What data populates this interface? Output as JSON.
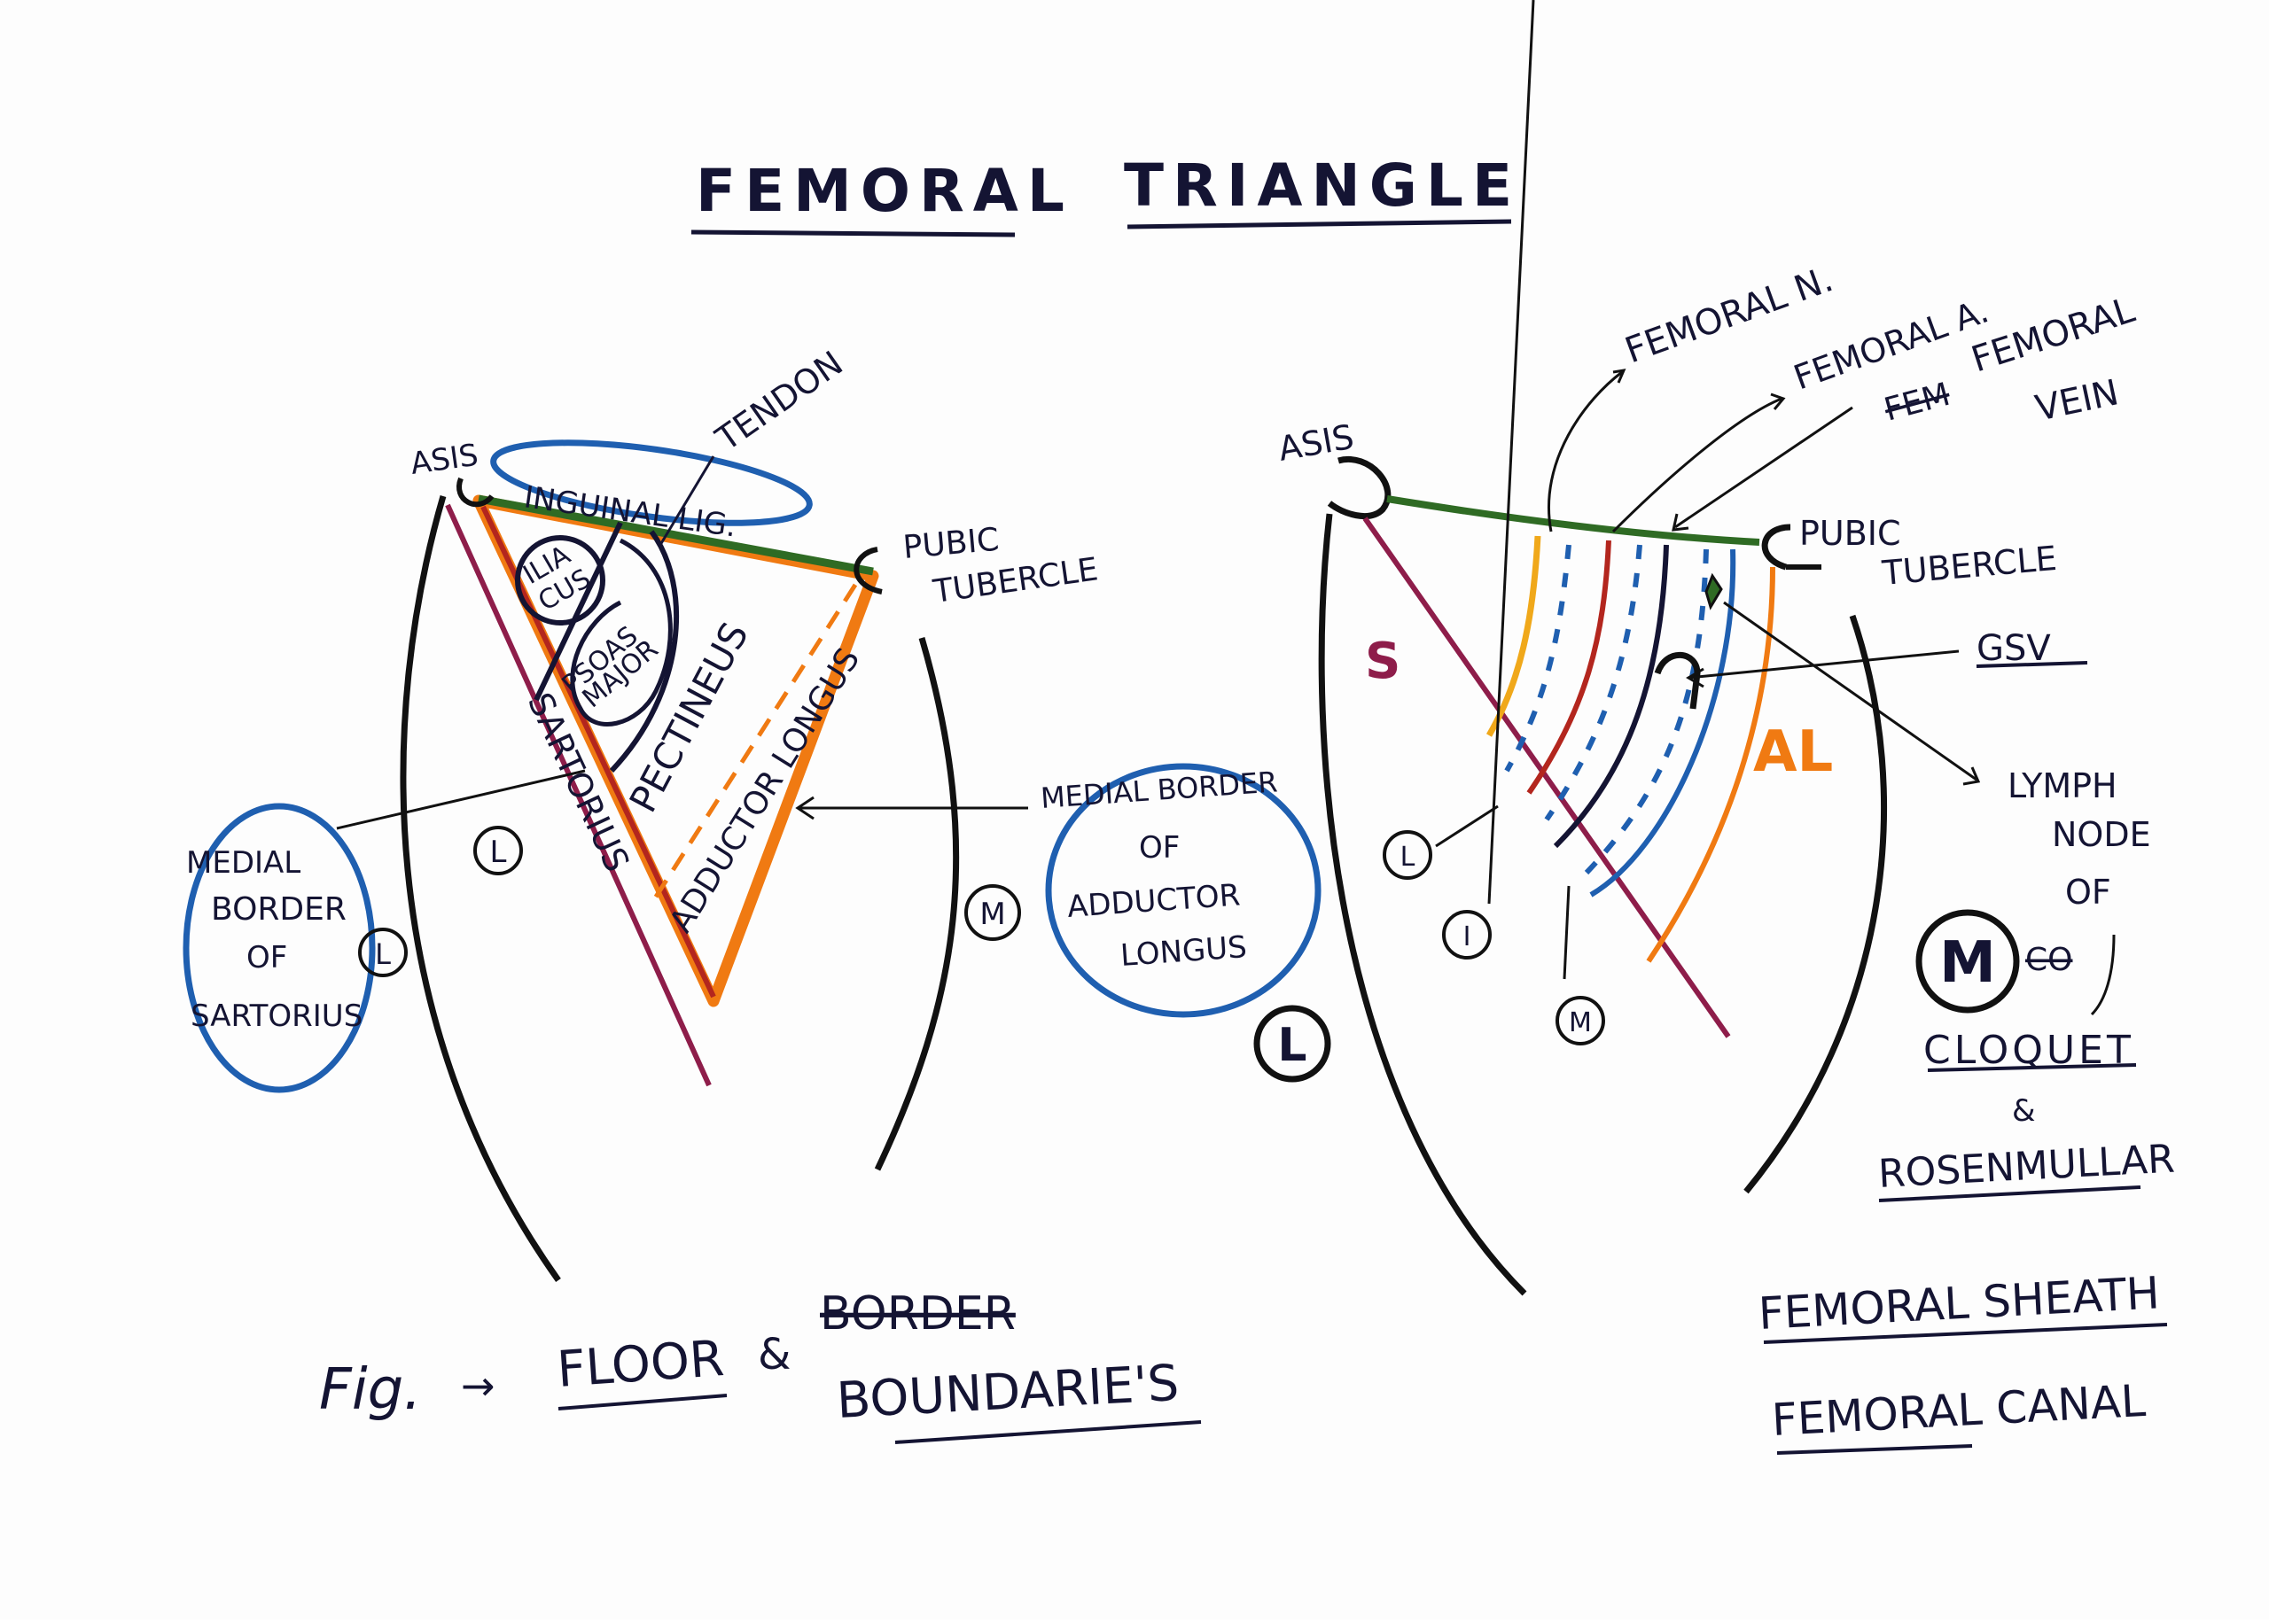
{
  "title": {
    "word1": "FEMORAL",
    "word2": "TRIANGLE"
  },
  "left_figure": {
    "asis": "ASIS",
    "inguinal_lig": "INGUINAL LIG.",
    "tendon": "TENDON",
    "pubic": "PUBIC",
    "tubercle": "TUBERCLE",
    "iliacus_1": "ILIA",
    "iliacus_2": "CUS",
    "psoas_1": "PSOAS",
    "psoas_2": "MAJOR",
    "pectineus": "PECTINEUS",
    "adductor_longus": "ADDUCTOR LONGUS",
    "sartorius": "SARTORIUS",
    "lateral_mark": "L",
    "medial_mark": "M",
    "medial_border_sartorius": [
      "MEDIAL",
      "BORDER",
      "OF",
      "SARTORIUS"
    ],
    "medial_border_sartorius_mark": "L",
    "medial_border_adductor": [
      "MEDIAL BORDER",
      "OF",
      "ADDUCTOR",
      "LONGUS"
    ]
  },
  "caption": {
    "fig": "Fig.",
    "arrow": "→",
    "floor": "FLOOR",
    "amp": "&",
    "struck": "BORDER",
    "boundaries": "BOUNDARIE'S"
  },
  "right_figure": {
    "asis": "ASIS",
    "femoral_n": "FEMORAL N.",
    "femoral_a": "FEMORAL A.",
    "femoral_vein_struck": "FEM",
    "femoral_vein_1": "FEMORAL",
    "femoral_vein_2": "VEIN",
    "pubic": "PUBIC",
    "tubercle": "TUBERCLE",
    "gsv": "GSV",
    "sartorius_mark": "S",
    "adductor_mark": "AL",
    "lymph_node": [
      "LYMPH",
      "NODE",
      "OF"
    ],
    "medial_big": "M",
    "struck_small": "CO",
    "cloquet": "CLOQUET",
    "amp": "&",
    "rosenmullar": "ROSENMULLAR",
    "lateral_small": "L",
    "intermediate_small": "I",
    "medial_small": "M",
    "lateral_big": "L",
    "femoral_sheath": "FEMORAL SHEATH",
    "femoral_canal": "FEMORAL CANAL"
  },
  "colors": {
    "ink": "#141433",
    "blue": "#1f5fb0",
    "orange": "#f07a12",
    "maroon": "#8e1d4a",
    "green": "#2f6b24",
    "yellow": "#f0a81a",
    "red": "#b3261e"
  }
}
